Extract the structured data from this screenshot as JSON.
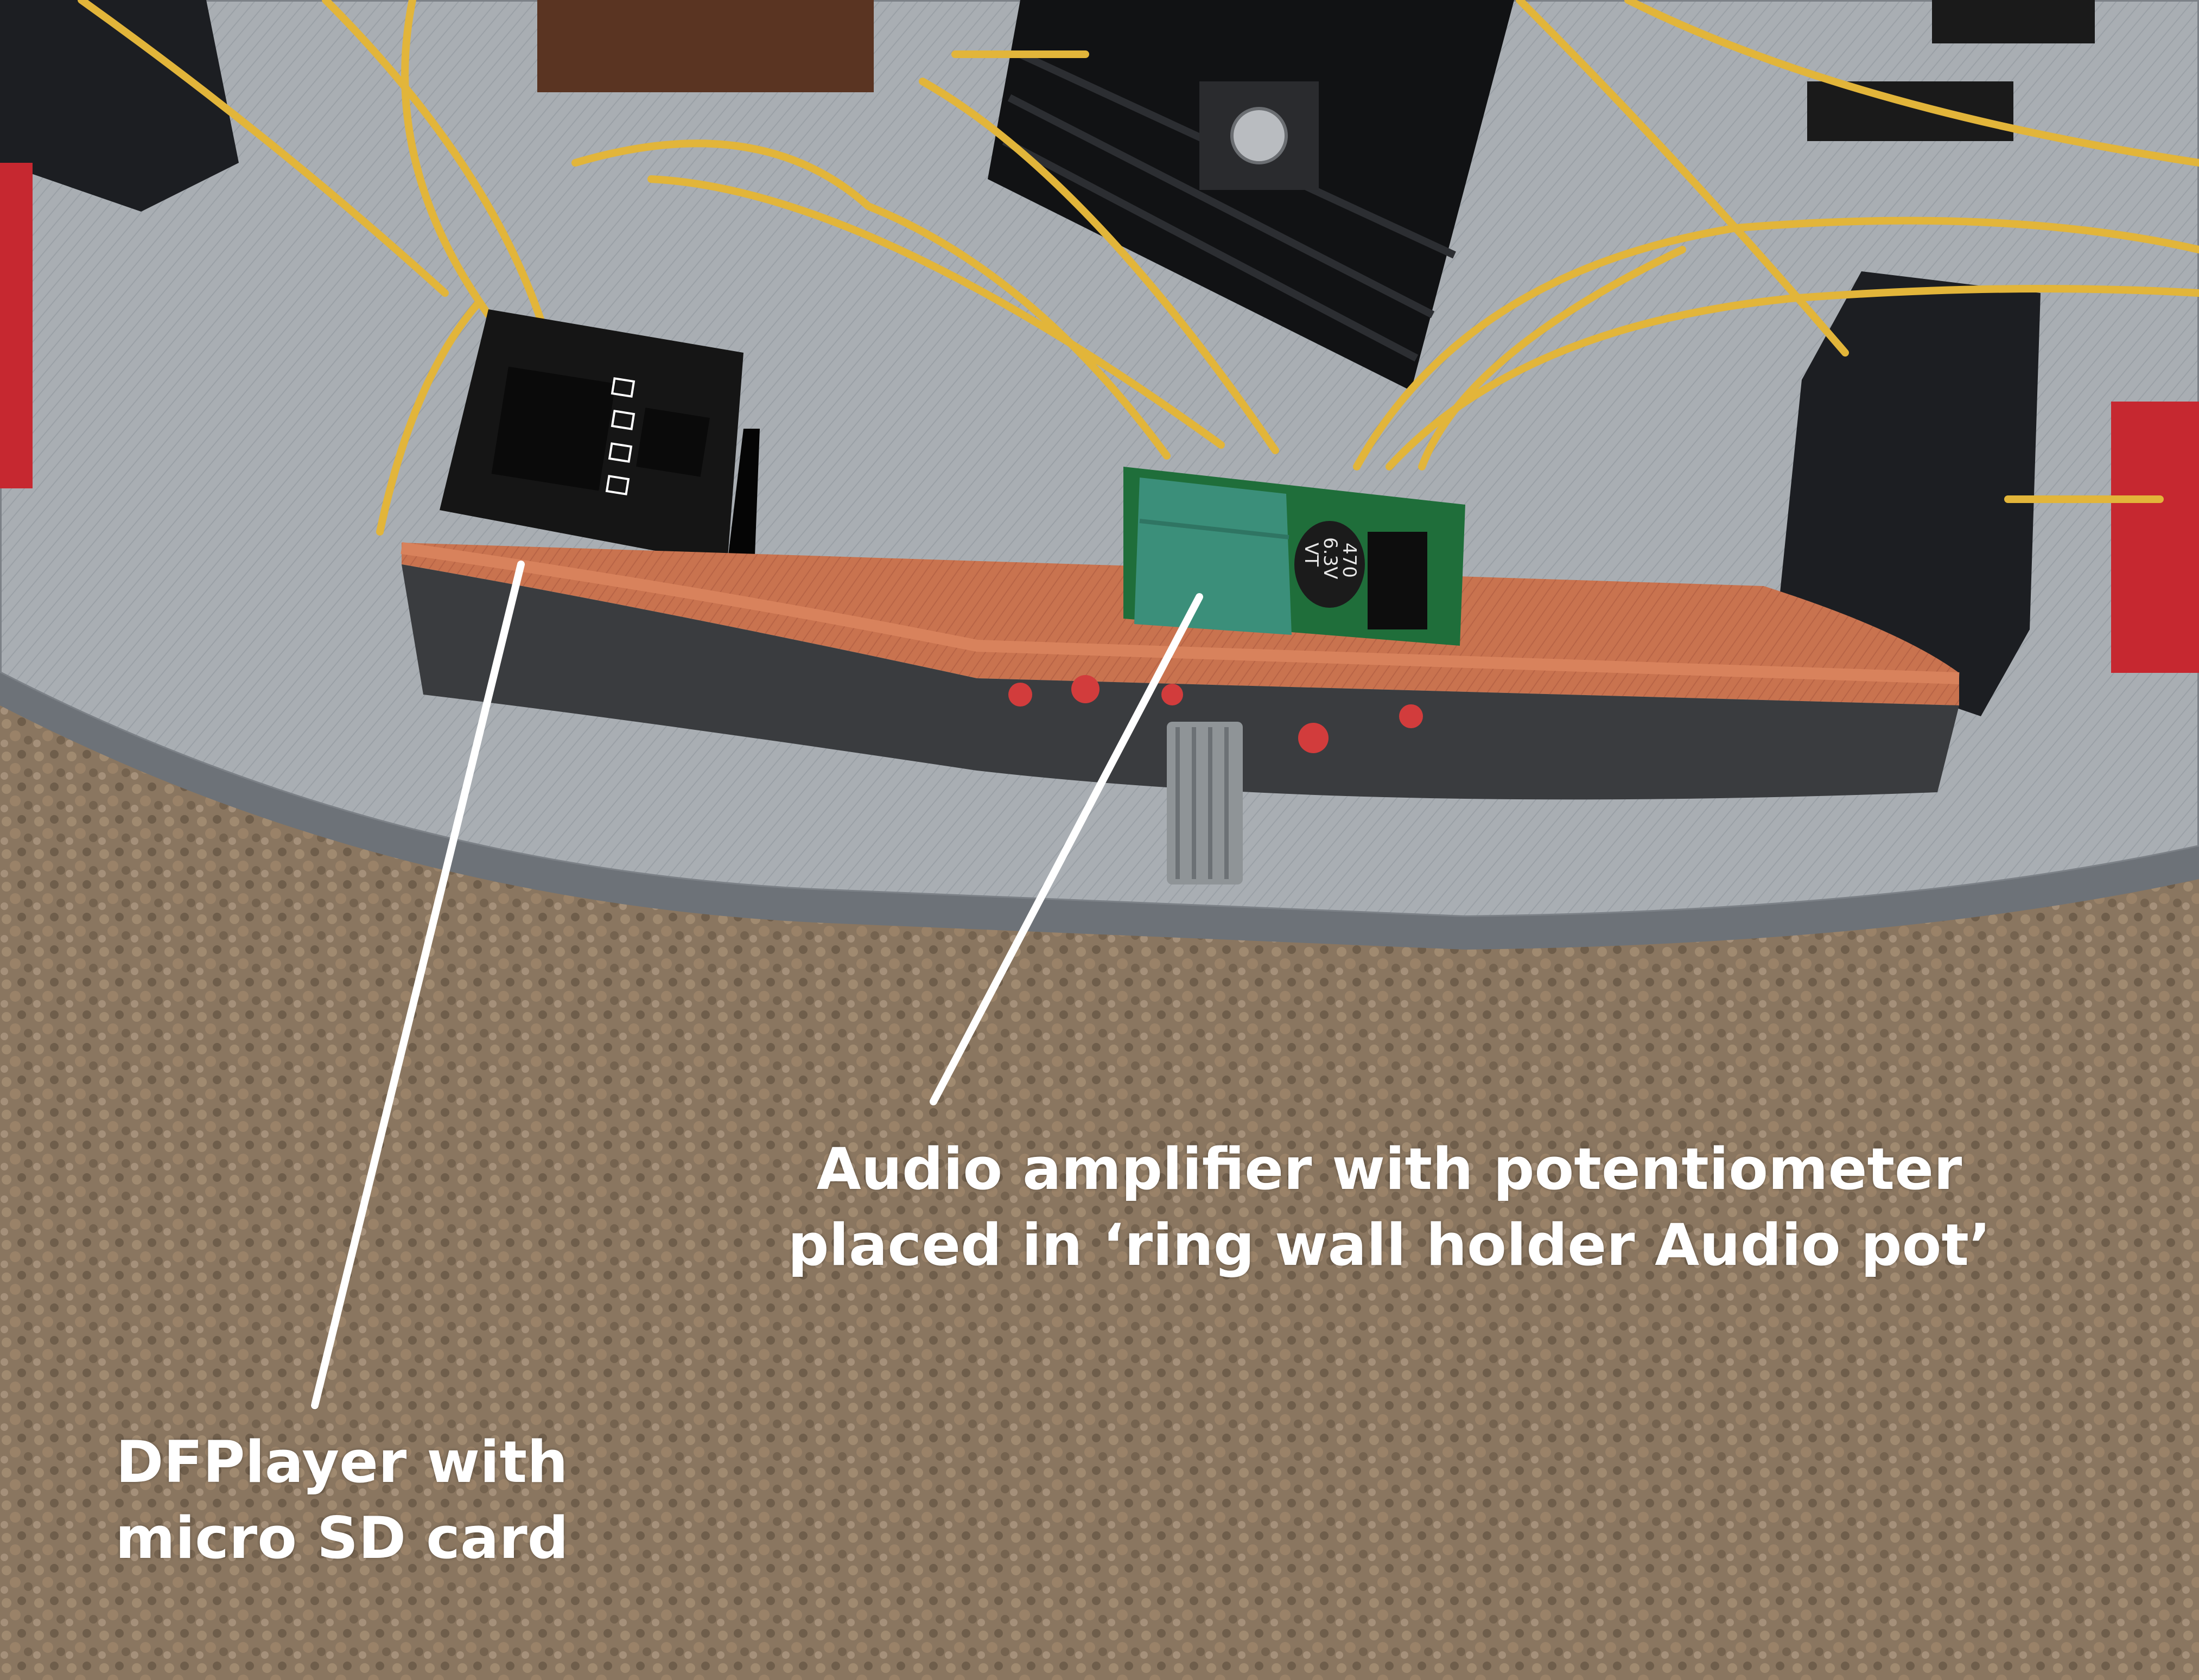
{
  "annotations": {
    "amplifier": {
      "lines": [
        "Audio amplifier with potentiometer",
        "placed in ‘ring wall holder Audio pot’"
      ]
    },
    "dfplayer": {
      "lines": [
        "DFPlayer with",
        "micro SD card"
      ]
    }
  },
  "component_markings": {
    "capacitor": [
      "470",
      "6.3V",
      "VT"
    ]
  },
  "colors": {
    "carpet": "#8a7660",
    "plate_grey": "#a9aeb3",
    "wall_orange": "#c9734f",
    "wire_yellow": "#e2b53a",
    "pcb_black": "#151515",
    "pcb_green": "#1f6e3a",
    "pot_teal": "#3b8f7a",
    "tape_black": "#1c1e22",
    "connector_red": "#c62830",
    "label_white": "#ffffff"
  }
}
